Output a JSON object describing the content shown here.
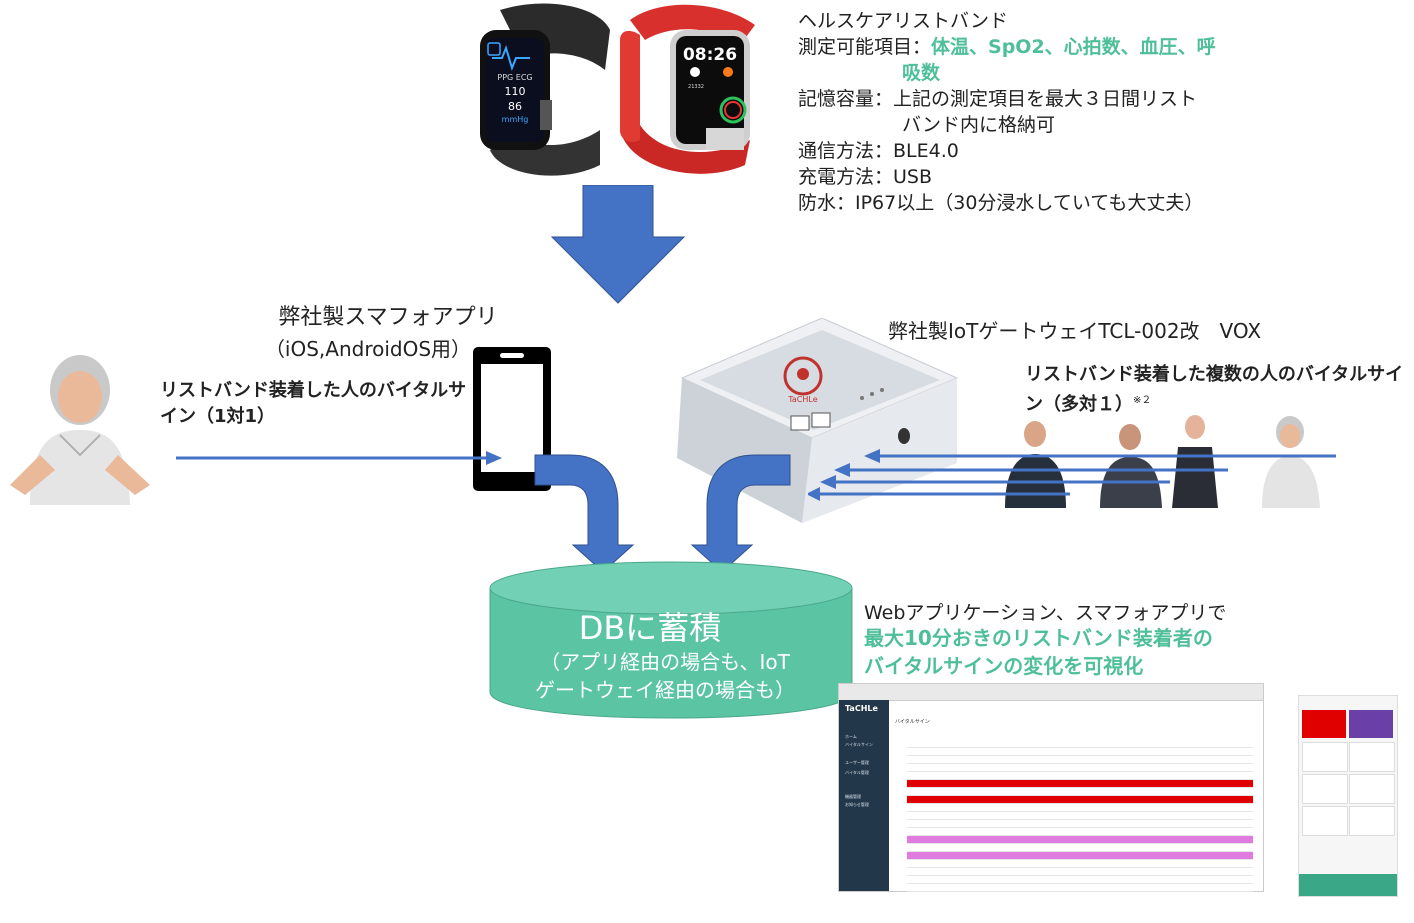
{
  "wristband": {
    "title": "ヘルスケアリストバンド",
    "measure_label": "測定可能項目：",
    "measure_items_1": "体温、SpO2、心拍数、血圧、呼",
    "measure_items_2": "吸数",
    "memory_1": "記憶容量：上記の測定項目を最大３日間リスト",
    "memory_2": "バンド内に格納可",
    "comm": "通信方法：BLE4.0",
    "charge": "充電方法：USB",
    "water": "防水：IP67以上（30分浸水していても大丈夫）",
    "device1_lines": [
      "PPG ECG",
      "110",
      "86",
      "mmHg"
    ],
    "device2_time": "08:26",
    "device2_small": "21332"
  },
  "smartphone_app": {
    "title": "弊社製スマフォアプリ",
    "subtitle": "（iOS,AndroidOS用）",
    "vital_label": "リストバンド装着した人のバイタルサイン（1対1）"
  },
  "gateway": {
    "title": "弊社製IoTゲートウェイTCL-002改　VOX",
    "vital_label": "リストバンド装着した複数の人のバイタルサイン（多対１）",
    "note_mark": "※２",
    "logo_text": "TaCHLe"
  },
  "db": {
    "main": "DBに蓄積",
    "sub_1": "（アプリ経由の場合も、IoT",
    "sub_2": "ゲートウェイ経由の場合も）"
  },
  "visualization": {
    "line1": "Webアプリケーション、スマフォアプリで",
    "line2": "最大10分おきのリストバンド装着者の",
    "line3": "バイタルサインの変化を可視化"
  },
  "webapp": {
    "brand": "TaCHLe",
    "page_title": "バイタルサイン",
    "nav": [
      "ホーム",
      "バイタルサイン",
      "ユーザー管理",
      "バイタル管理",
      "機器管理",
      "お知らせ管理"
    ],
    "row_colors": [
      "#ffffff",
      "#ffffff",
      "#ffffff",
      "#ffffff",
      "#ffffff",
      "#e00000",
      "#ffffff",
      "#e00000",
      "#ffffff",
      "#ffffff",
      "#ffffff",
      "#ffffff",
      "#e07be0",
      "#ffffff",
      "#e07be0",
      "#ffffff",
      "#ffffff",
      "#ffffff",
      "#ffffff"
    ]
  },
  "colors": {
    "arrow_blue": "#4472c4",
    "arrow_dark": "#2f528f",
    "db_teal": "#5ac4a3",
    "teal_text": "#4fbf9a"
  }
}
